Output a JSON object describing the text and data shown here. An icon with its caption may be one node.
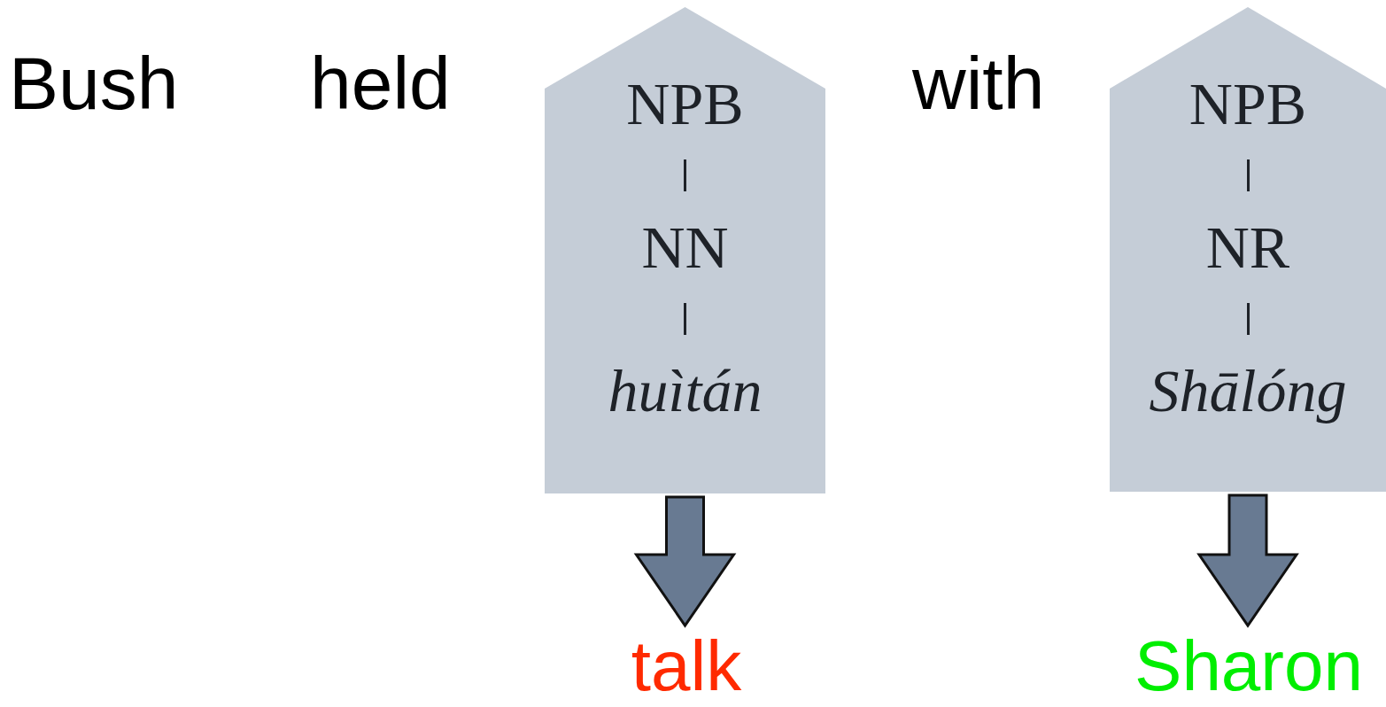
{
  "diagram": {
    "nodes": [
      {
        "text": [
          "NPB",
          "NN",
          "huìtán"
        ]
      },
      {
        "text": [
          "talk"
        ]
      },
      {
        "text": [
          "NPB",
          "NR",
          "Shālóng"
        ]
      },
      {
        "text": [
          "Sharon"
        ]
      }
    ],
    "edges": [
      {
        "from": 0,
        "to": 1,
        "arrow": "to",
        "style": "thick"
      },
      {
        "from": 2,
        "to": 3,
        "arrow": "to",
        "style": "thick"
      }
    ],
    "labels": [
      "Bush",
      "held",
      "with"
    ]
  }
}
